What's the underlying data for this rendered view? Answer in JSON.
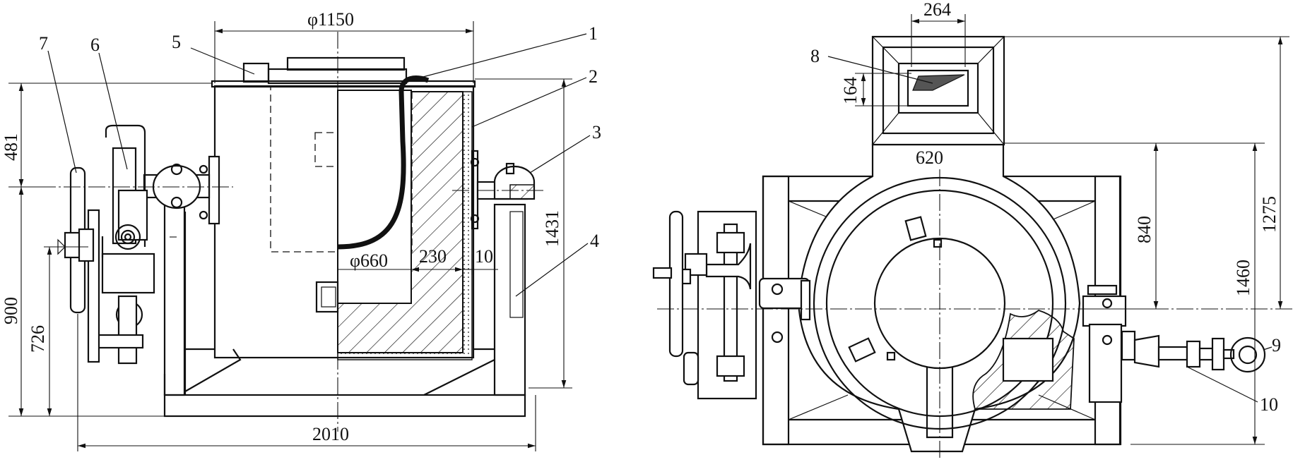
{
  "figure": {
    "left_view": {
      "dim_outer_diameter": "φ1150",
      "dim_inner_diameter": "φ660",
      "dim_lining": "230",
      "dim_shell": "10",
      "dim_height": "1431",
      "dim_top": "481",
      "dim_pivot": "900",
      "dim_handwheel": "726",
      "dim_width": "2010",
      "labels": [
        "1",
        "2",
        "3",
        "4",
        "5",
        "6",
        "7"
      ]
    },
    "right_view": {
      "dim_spout_width": "264",
      "dim_spout_height": "164",
      "dim_hood": "620",
      "dim_840": "840",
      "dim_1275": "1275",
      "dim_1460": "1460",
      "labels": [
        "8",
        "9",
        "10"
      ]
    }
  }
}
